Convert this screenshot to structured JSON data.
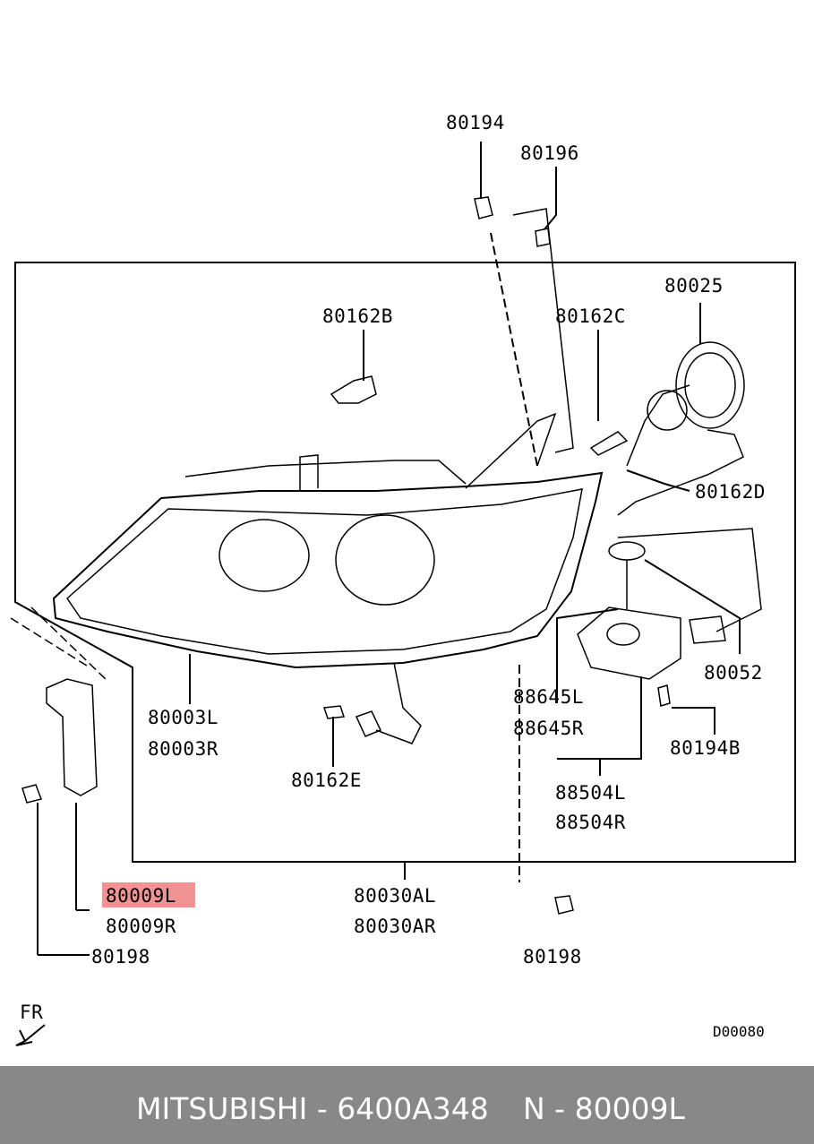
{
  "parts": {
    "p80194": "80194",
    "p80196": "80196",
    "p80025": "80025",
    "p80162B": "80162B",
    "p80162C": "80162C",
    "p80162D": "80162D",
    "p80052": "80052",
    "p80003L": "80003L",
    "p80003R": "80003R",
    "p80162E": "80162E",
    "p88645L": "88645L",
    "p88645R": "88645R",
    "p80194B": "80194B",
    "p88504L": "88504L",
    "p88504R": "88504R",
    "p80009L": "80009L",
    "p80009R": "80009R",
    "p80030AL": "80030AL",
    "p80030AR": "80030AR",
    "p80198_left": "80198",
    "p80198_right": "80198"
  },
  "front_marker": "FR",
  "diagram_code": "D00080",
  "highlighted_part": "80009L",
  "highlight_color": "#f08080",
  "footer": {
    "brand_part": "MITSUBISHI - 6400A348",
    "ref": "N - 80009L",
    "background": "#888888"
  }
}
